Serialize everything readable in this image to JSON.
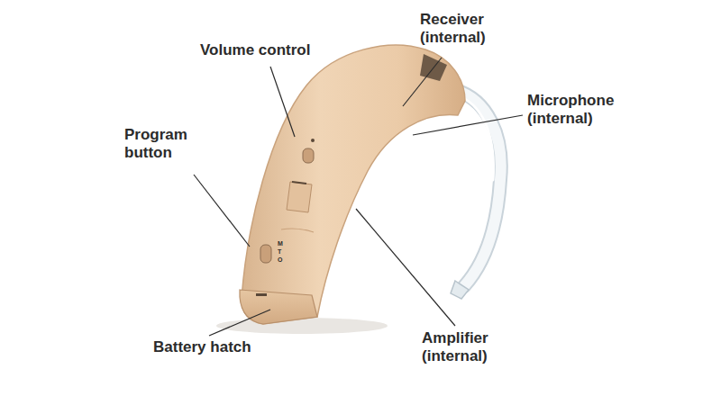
{
  "diagram": {
    "labels": [
      "Volume control",
      "Program button",
      "Battery hatch",
      "Receiver (internal)",
      "Microphone (internal)",
      "Amplifier (internal)",
      "M",
      "T",
      "O"
    ]
  }
}
